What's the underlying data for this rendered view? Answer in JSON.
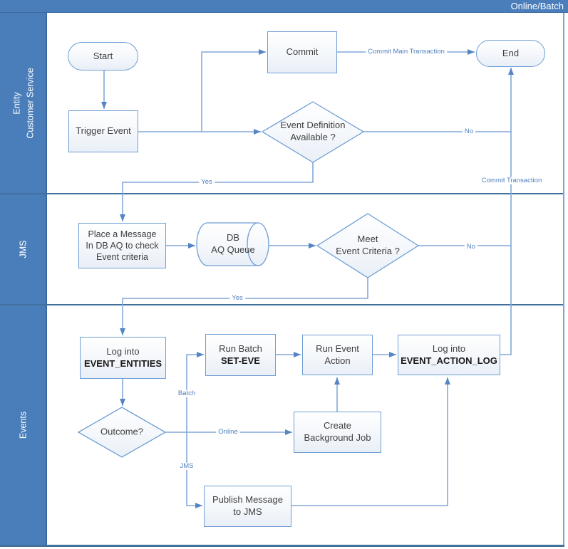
{
  "title": "Online/Batch",
  "colors": {
    "lane_fill": "#4a7ebb",
    "divider": "#41719c",
    "connector": "#82a9d9",
    "shape_border": "#6f9ed4",
    "edge_label": "#4f81bd"
  },
  "lanes": [
    {
      "id": "entity-customer-service",
      "label": "Entity\nCustomer Service"
    },
    {
      "id": "jms",
      "label": "JMS"
    },
    {
      "id": "events",
      "label": "Events"
    }
  ],
  "nodes": {
    "start": {
      "type": "terminator",
      "label": "Start"
    },
    "trigger_event": {
      "type": "process",
      "label": "Trigger Event"
    },
    "commit": {
      "type": "process",
      "label": "Commit"
    },
    "end": {
      "type": "terminator",
      "label": "End"
    },
    "event_definition_available": {
      "type": "decision",
      "label": "Event Definition\nAvailable ?"
    },
    "place_message": {
      "type": "process",
      "label": "Place a Message\nIn DB AQ to check\nEvent criteria"
    },
    "db_aq_queue": {
      "type": "queue",
      "label": "DB\nAQ Queue"
    },
    "meet_event_criteria": {
      "type": "decision",
      "label": "Meet\nEvent Criteria ?"
    },
    "log_event_entities": {
      "type": "process",
      "label": "Log into",
      "label_bold": "EVENT_ENTITIES"
    },
    "run_batch": {
      "type": "process",
      "label": "Run Batch",
      "label_bold": "SET-EVE"
    },
    "run_event_action": {
      "type": "process",
      "label": "Run Event\nAction"
    },
    "log_event_action_log": {
      "type": "process",
      "label": "Log into",
      "label_bold": "EVENT_ACTION_LOG"
    },
    "outcome": {
      "type": "decision",
      "label": "Outcome?"
    },
    "create_background_job": {
      "type": "process",
      "label": "Create\nBackground Job"
    },
    "publish_message": {
      "type": "process",
      "label": "Publish Message\nto JMS"
    }
  },
  "edge_labels": {
    "commit_main_transaction": "Commit Main Transaction",
    "no_event_definition": "No",
    "commit_transaction": "Commit Transaction",
    "yes_event_definition": "Yes",
    "no_meet_criteria": "No",
    "yes_meet_criteria": "Yes",
    "batch": "Batch",
    "online": "Online",
    "jms": "JMS"
  }
}
